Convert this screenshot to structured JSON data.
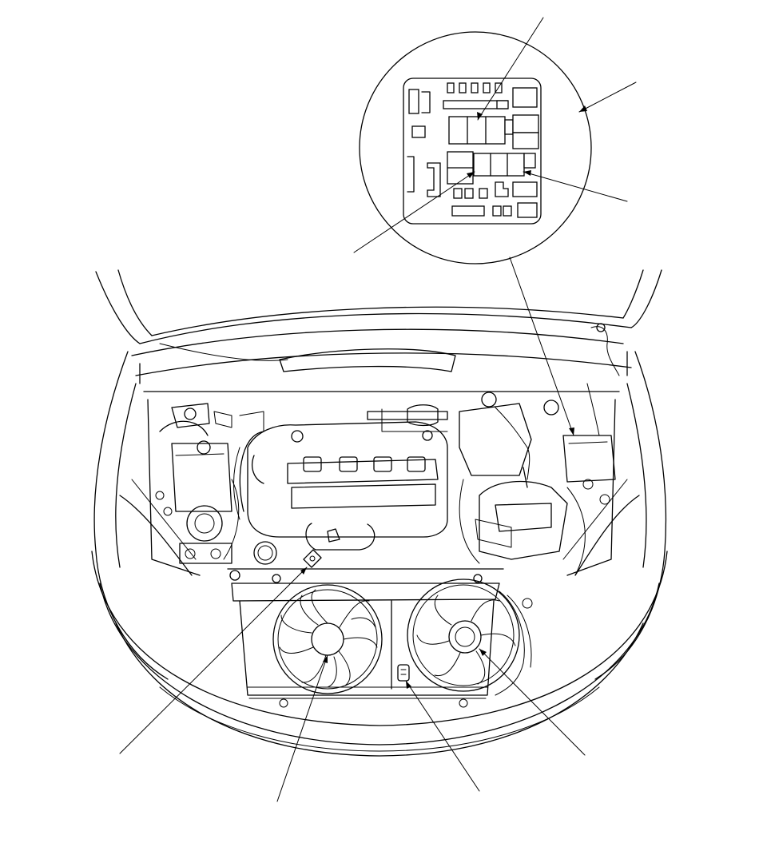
{
  "diagram": {
    "kind": "engine-compartment-illustration",
    "callouts": [
      {
        "id": "relay-upper",
        "target": "fuse-box-inset"
      },
      {
        "id": "fuse-box-cover",
        "target": "under-hood-fuse-box"
      },
      {
        "id": "relay-right",
        "target": "fuse-box-inset"
      },
      {
        "id": "relay-left",
        "target": "fuse-box-inset"
      },
      {
        "id": "sensor-connector",
        "target": "radiator-top"
      },
      {
        "id": "radiator-fan",
        "target": "left-fan-motor"
      },
      {
        "id": "fan-connector",
        "target": "radiator-bottom"
      },
      {
        "id": "condenser-fan",
        "target": "right-fan-motor"
      }
    ]
  }
}
